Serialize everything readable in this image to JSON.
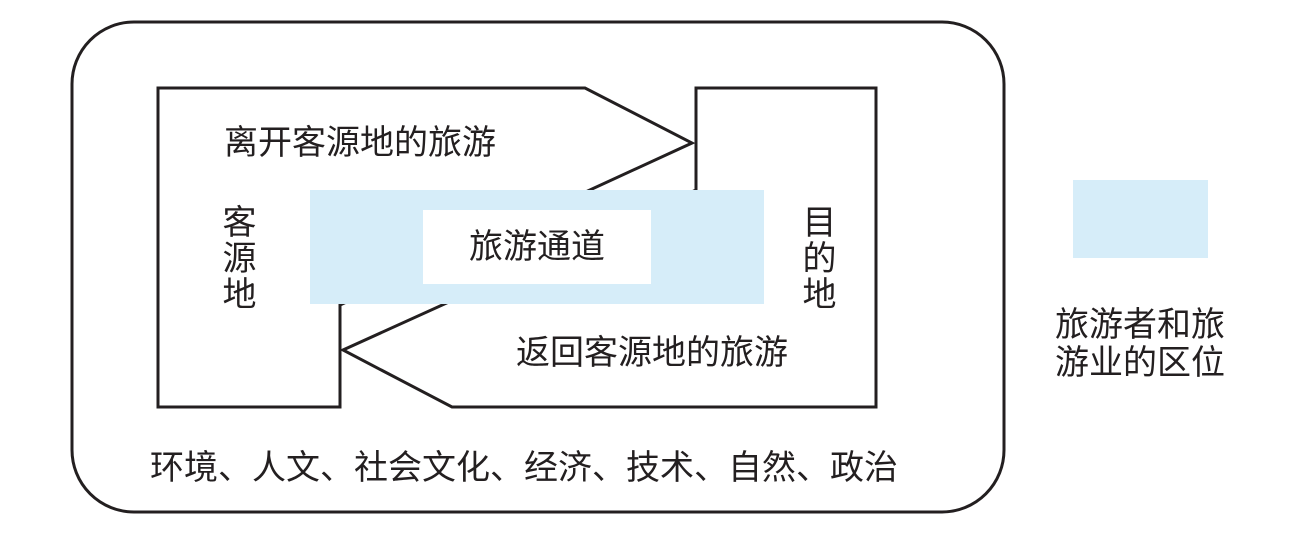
{
  "diagram": {
    "departure_label": "离开客源地的旅游",
    "return_label": "返回客源地的旅游",
    "origin_label": "客源地",
    "destination_label": "目的地",
    "transit_label": "旅游通道",
    "environment_label": "环境、人文、社会文化、经济、技术、自然、政治"
  },
  "legend": {
    "label": "旅游者和旅游业的区位"
  },
  "colors": {
    "stroke": "#231f20",
    "region_fill": "#d6edf9",
    "background": "#ffffff"
  }
}
